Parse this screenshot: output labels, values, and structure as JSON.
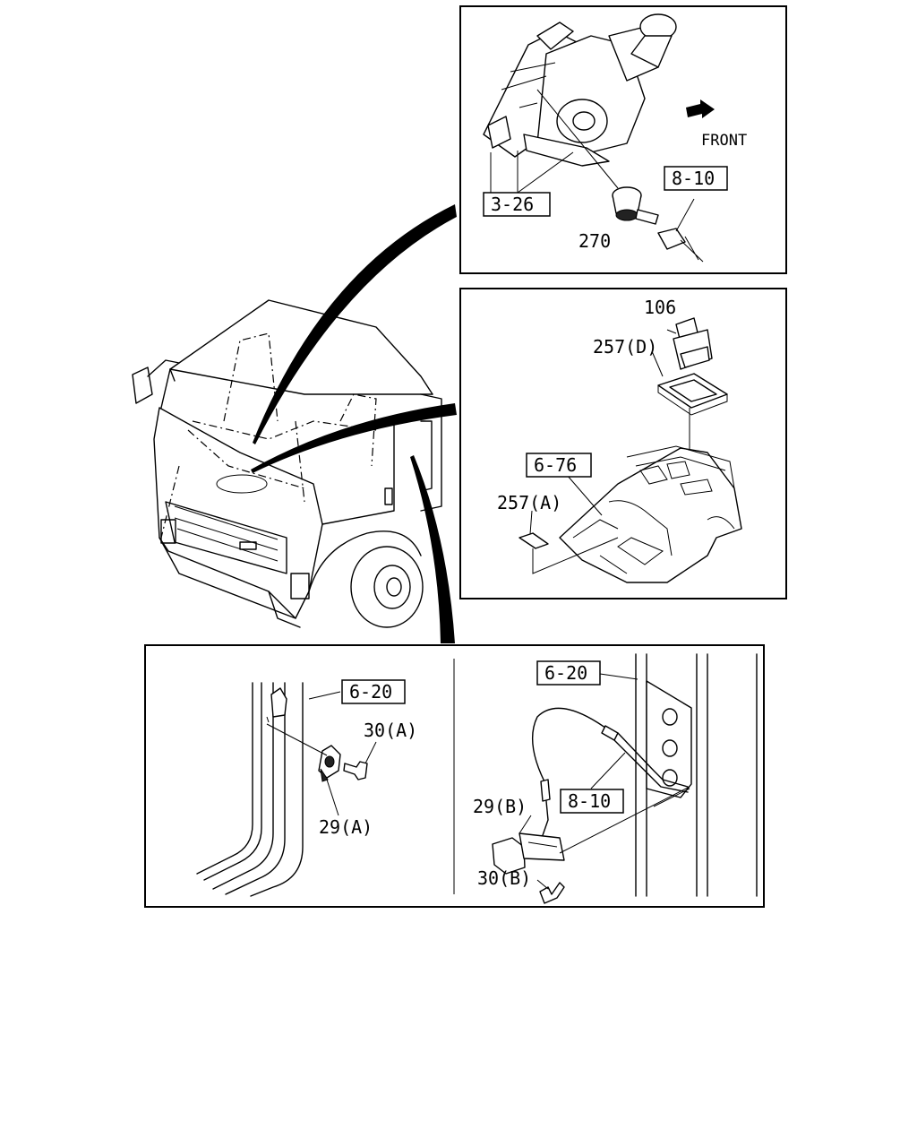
{
  "labels": {
    "front": "FRONT",
    "ref_3_26": "3-26",
    "ref_8_10_top": "8-10",
    "part_270": "270",
    "part_106": "106",
    "part_257_d": "257(D)",
    "ref_6_76": "6-76",
    "part_257_a": "257(A)",
    "ref_6_20_left": "6-20",
    "part_30_a": "30(A)",
    "part_29_a": "29(A)",
    "ref_6_20_right": "6-20",
    "ref_8_10_bottom": "8-10",
    "part_29_b": "29(B)",
    "part_30_b": "30(B)"
  }
}
